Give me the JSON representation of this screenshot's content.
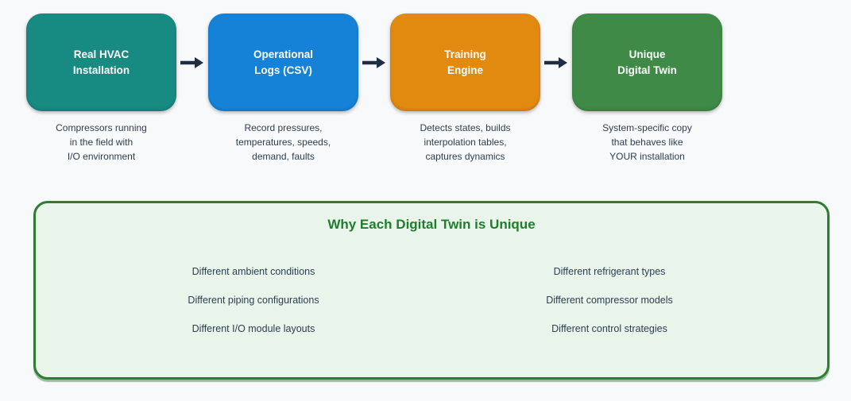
{
  "colors": {
    "background": "#f8f9fa",
    "arrow": "#1d2d44",
    "stage_teal": "#178a82",
    "stage_blue": "#1582d8",
    "stage_orange": "#e28910",
    "stage_green": "#3f8a46",
    "panel_background": "#e9f4ea",
    "panel_border": "#2e7d32",
    "panel_title_text": "#1e7e2e",
    "caption_text": "#2c3e50",
    "box_title_text": "#ffffff"
  },
  "flow": {
    "stages": [
      {
        "title": "Real HVAC\nInstallation",
        "caption": "Compressors running\nin the field with\nI/O environment",
        "color": "#178a82"
      },
      {
        "title": "Operational\nLogs (CSV)",
        "caption": "Record pressures,\ntemperatures, speeds,\ndemand, faults",
        "color": "#1582d8"
      },
      {
        "title": "Training\nEngine",
        "caption": "Detects states, builds\ninterpolation tables,\ncaptures dynamics",
        "color": "#e28910"
      },
      {
        "title": "Unique\nDigital Twin",
        "caption": "System-specific copy\nthat behaves like\nYOUR installation",
        "color": "#3f8a46"
      }
    ]
  },
  "panel": {
    "title": "Why Each Digital Twin is Unique",
    "left_items": [
      "Different ambient conditions",
      "Different piping configurations",
      "Different I/O module layouts"
    ],
    "right_items": [
      "Different refrigerant types",
      "Different compressor models",
      "Different control strategies"
    ]
  }
}
